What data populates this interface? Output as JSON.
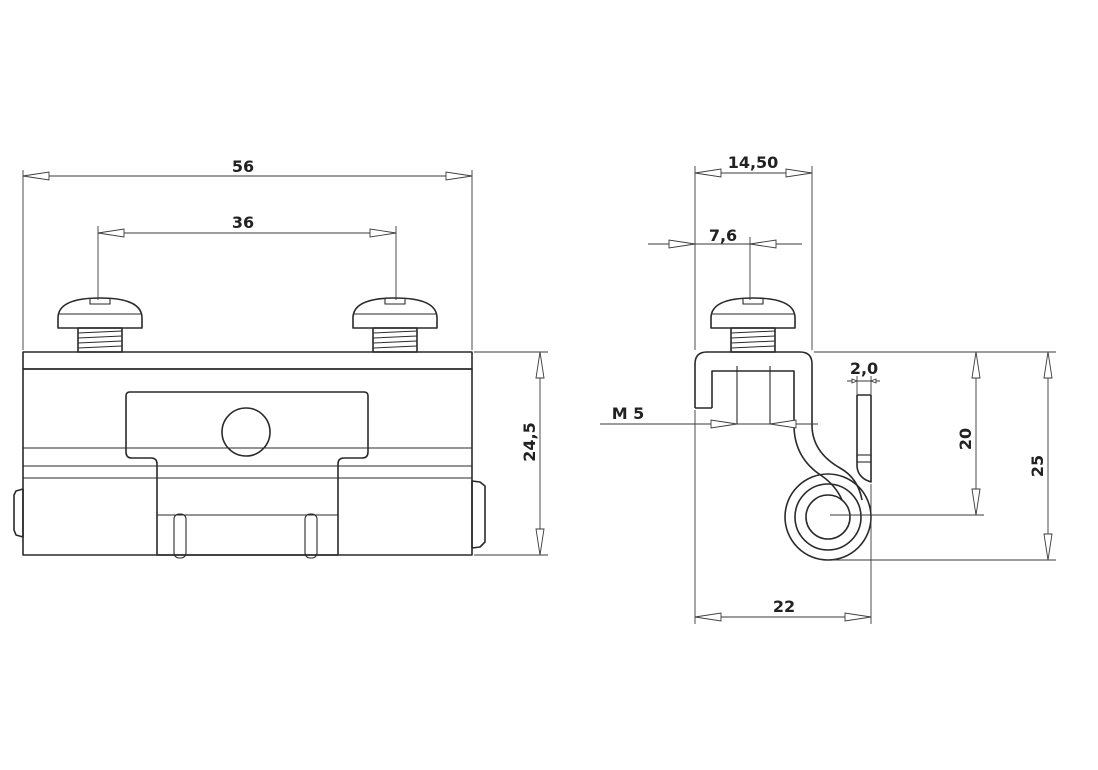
{
  "drawing": {
    "front_view": {
      "dim_overall_width": "56",
      "dim_screw_spacing": "36",
      "dim_height": "24,5"
    },
    "side_view": {
      "dim_width": "14,50",
      "dim_offset": "7,6",
      "dim_thread": "M 5",
      "dim_thickness": "2,0",
      "dim_hole_height": "20",
      "dim_total_height": "25",
      "dim_depth": "22"
    }
  }
}
